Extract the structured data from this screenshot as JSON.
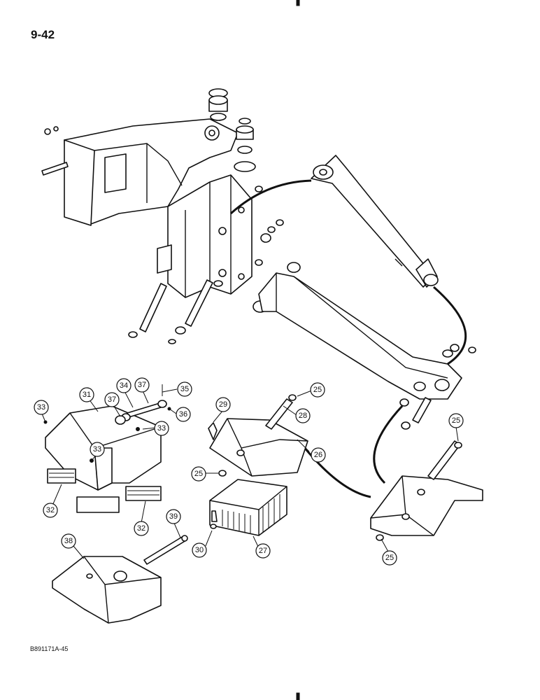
{
  "page_number": "9-42",
  "figure_id": "B891171A-45",
  "callouts": [
    "25",
    "25",
    "25",
    "25",
    "26",
    "27",
    "28",
    "29",
    "30",
    "31",
    "32",
    "32",
    "33",
    "33",
    "33",
    "34",
    "35",
    "36",
    "37",
    "37",
    "38",
    "39"
  ],
  "colors": {
    "ink": "#111111",
    "paper": "#ffffff"
  }
}
